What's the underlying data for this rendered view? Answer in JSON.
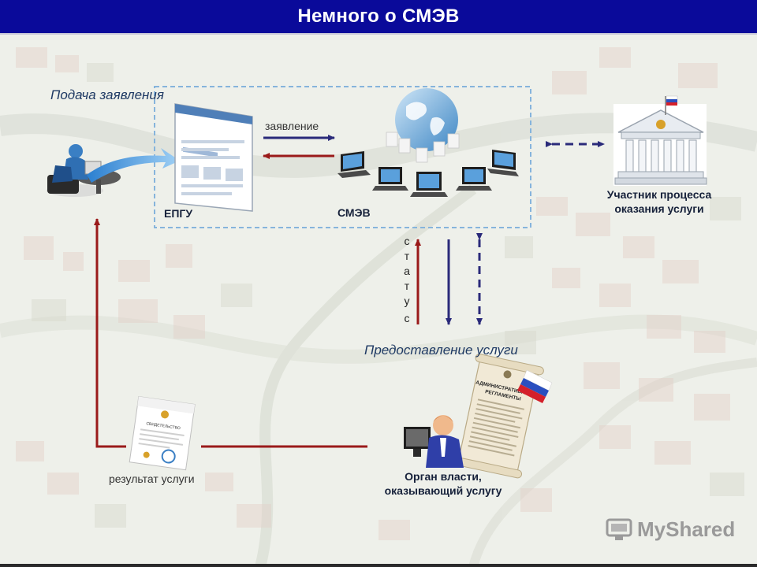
{
  "slide": {
    "title": "Немного о СМЭВ"
  },
  "labels": {
    "submission_heading": "Подача заявления",
    "provision_heading": "Предоставление услуги",
    "epgu": "ЕПГУ",
    "smev": "СМЭВ",
    "application_arrow": "заявление",
    "participant_line1": "Участник процесса",
    "participant_line2": "оказания услуги",
    "authority_line1": "Орган власти,",
    "authority_line2": "оказывающий услугу",
    "result": "результат услуги",
    "status_letters": [
      "с",
      "т",
      "а",
      "т",
      "у",
      "с"
    ]
  },
  "document_text": {
    "scroll_title_line1": "АДМИНИСТРАТИВНЫЕ",
    "scroll_title_line2": "РЕГЛАМЕНТЫ",
    "certificate_title": "СВИДЕТЕЛЬСТВО"
  },
  "watermark": {
    "text": "MyShared"
  },
  "colors": {
    "title_bar": "#0a0a9a",
    "arrow_navy": "#2a2a7a",
    "arrow_dark_red": "#9a1a1a",
    "dashed_box": "#86b4dc"
  }
}
